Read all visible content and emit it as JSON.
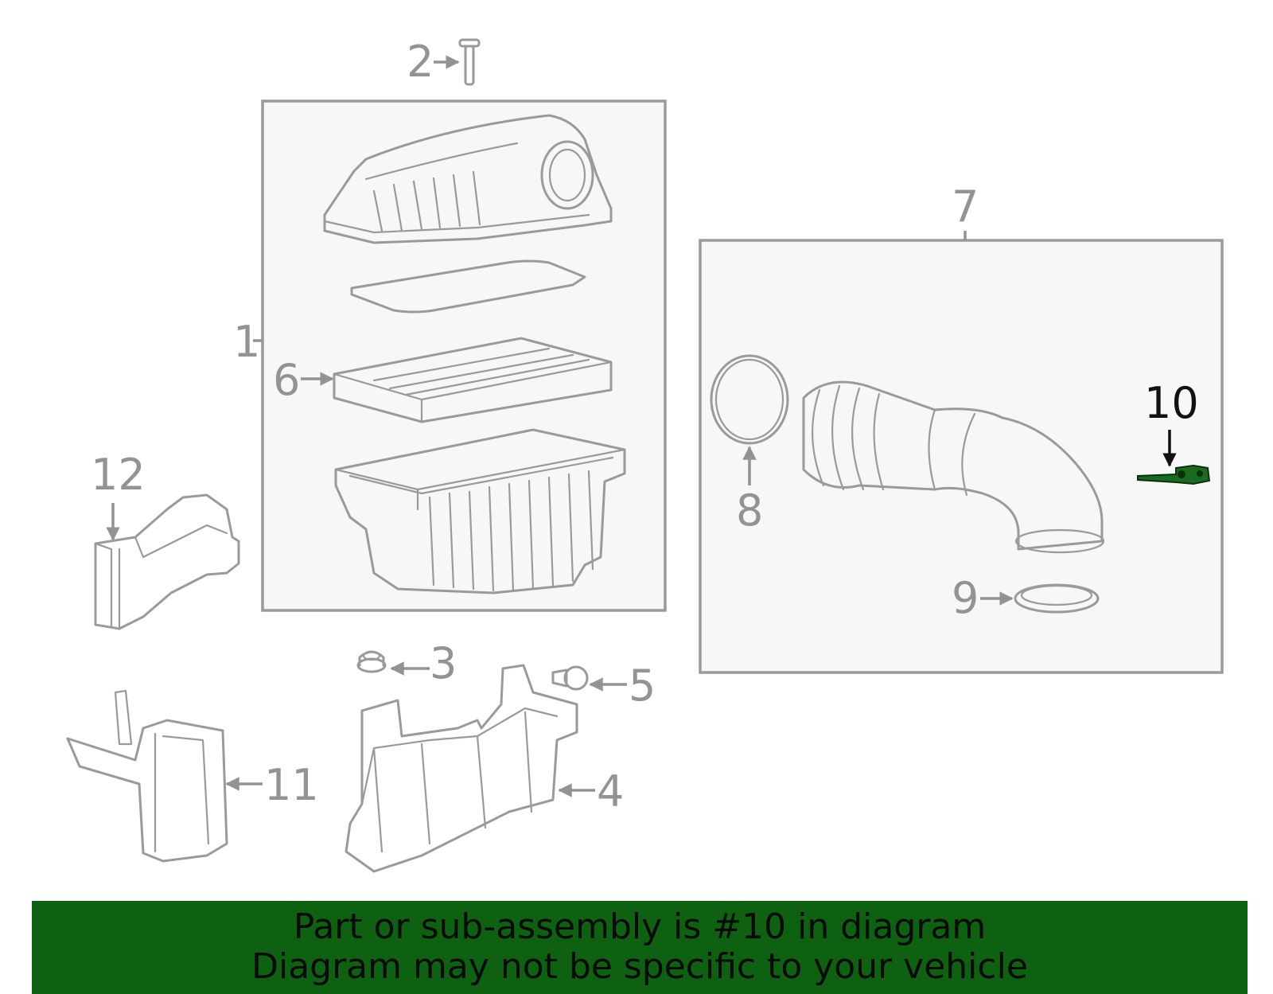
{
  "diagram": {
    "callouts": [
      {
        "id": "1",
        "label": "1"
      },
      {
        "id": "2",
        "label": "2"
      },
      {
        "id": "3",
        "label": "3"
      },
      {
        "id": "4",
        "label": "4"
      },
      {
        "id": "5",
        "label": "5"
      },
      {
        "id": "6",
        "label": "6"
      },
      {
        "id": "7",
        "label": "7"
      },
      {
        "id": "8",
        "label": "8"
      },
      {
        "id": "9",
        "label": "9"
      },
      {
        "id": "10",
        "label": "10"
      },
      {
        "id": "11",
        "label": "11"
      },
      {
        "id": "12",
        "label": "12"
      }
    ],
    "highlighted_part": "10",
    "colors": {
      "line": "#9a9a9a",
      "highlight_part": "#1a6b1f",
      "highlight_text": "#111111",
      "banner": "#0f6112"
    }
  },
  "banner": {
    "line1": "Part or sub-assembly is #10 in diagram",
    "line2": "Diagram may not be specific to your vehicle"
  }
}
